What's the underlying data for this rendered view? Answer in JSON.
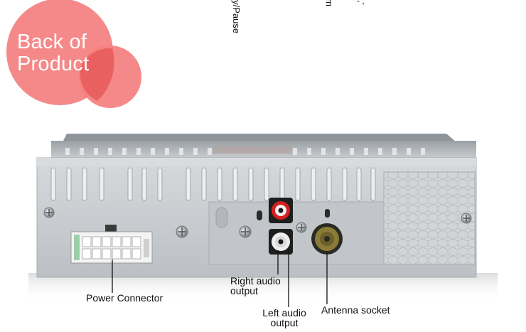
{
  "badge": {
    "line1": "Back of",
    "line2": "Product"
  },
  "cut_labels": {
    "play_pause": "lay/Pause",
    "m": "m",
    "dash": "- ,"
  },
  "labels": {
    "power_connector": "Power Connector",
    "right_audio_1": "Right audio",
    "right_audio_2": "output",
    "left_audio_1": "Left audio",
    "left_audio_2": "output",
    "antenna": "Antenna socket"
  },
  "colors": {
    "badge_pink": "#f47a7a",
    "badge_overlap": "#e85050",
    "panel": "#c9ccd0",
    "rca_red": "#d42020",
    "rca_white": "#eeeeee",
    "antenna_gold": "#8a7c38"
  }
}
